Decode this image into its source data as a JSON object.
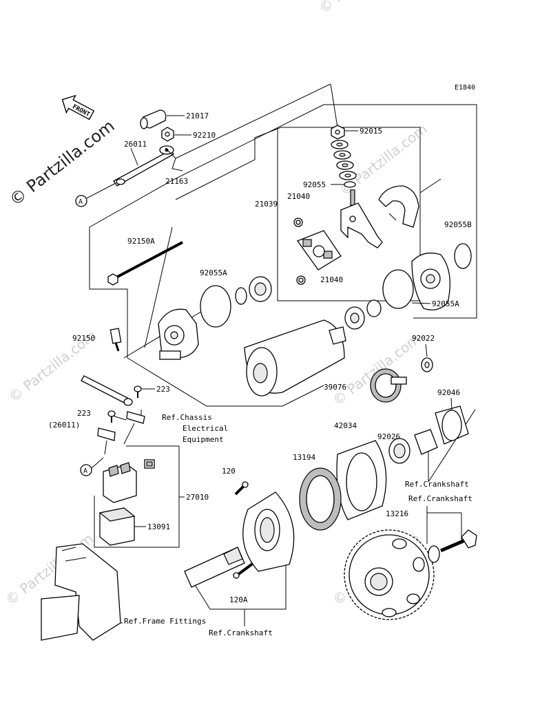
{
  "diagram_code": "E1840",
  "watermark": "© Partzilla.com",
  "front_label": "FRONT",
  "callout_a": "A",
  "parts": {
    "p21017": "21017",
    "p92210": "92210",
    "p26011": "26011",
    "p21163": "21163",
    "p92015": "92015",
    "p92055": "92055",
    "p21039": "21039",
    "p21040_top": "21040",
    "p21040_bottom": "21040",
    "p92055B": "92055B",
    "p92150A": "92150A",
    "p92055A_left": "92055A",
    "p92055A_right": "92055A",
    "p92150": "92150",
    "p92022": "92022",
    "p39076": "39076",
    "p92046": "92046",
    "p223_top": "223",
    "p223_left": "223",
    "p26011_paren": "(26011)",
    "p42034": "42034",
    "p92026": "92026",
    "p13194": "13194",
    "p120": "120",
    "p27010": "27010",
    "p13216": "13216",
    "p13091": "13091",
    "p120A": "120A"
  },
  "refs": {
    "chassis_line1": "Ref.Chassis",
    "chassis_line2": "Electrical",
    "chassis_line3": "Equipment",
    "crankshaft_1": "Ref.Crankshaft",
    "crankshaft_2": "Ref.Crankshaft",
    "crankshaft_3": "Ref.Crankshaft",
    "frame_fittings": "Ref.Frame Fittings"
  }
}
